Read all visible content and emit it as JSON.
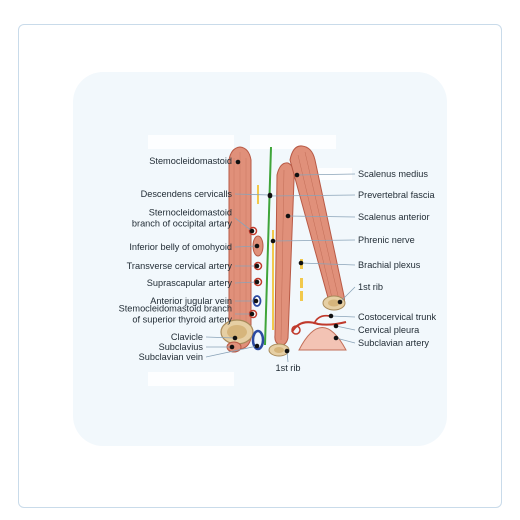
{
  "diagram": {
    "left_labels": [
      {
        "id": "sternocleidomastoid",
        "lines": [
          "Stemocleidomastoid"
        ]
      },
      {
        "id": "descendens-cervicalis",
        "lines": [
          "Descendens cervicalls"
        ]
      },
      {
        "id": "scm-branch-occipital",
        "lines": [
          "Sternocleidomastoid",
          "branch of occipital artary"
        ]
      },
      {
        "id": "inferior-belly-omohyoid",
        "lines": [
          "Inferior belly of omohyoid"
        ]
      },
      {
        "id": "transverse-cervical-artery",
        "lines": [
          "Transverse cervical artery"
        ]
      },
      {
        "id": "suprascapular-artery",
        "lines": [
          "Suprascapular artery"
        ]
      },
      {
        "id": "anterior-jugular-vein",
        "lines": [
          "Anterior jugular vein"
        ]
      },
      {
        "id": "scm-branch-thyroid",
        "lines": [
          "Stemocleidomastoid branch",
          "of superior thyroid artery"
        ]
      },
      {
        "id": "clavicle",
        "lines": [
          "Clavicle"
        ]
      },
      {
        "id": "subclavius",
        "lines": [
          "Subclavius"
        ]
      },
      {
        "id": "subclavian-vein",
        "lines": [
          "Subclavian vein"
        ]
      }
    ],
    "right_labels": [
      {
        "id": "scalenus-medius",
        "lines": [
          "Scalenus medius"
        ]
      },
      {
        "id": "prevertebral-fascia",
        "lines": [
          "Prevertebral fascia"
        ]
      },
      {
        "id": "scalenus-anterior",
        "lines": [
          "Scalenus anterior"
        ]
      },
      {
        "id": "phrenic-nerve",
        "lines": [
          "Phrenic nerve"
        ]
      },
      {
        "id": "brachial-plexus",
        "lines": [
          "Brachial plexus"
        ]
      },
      {
        "id": "first-rib-right",
        "lines": [
          "1st rib"
        ]
      },
      {
        "id": "costocervical-trunk",
        "lines": [
          "Costocervical trunk"
        ]
      },
      {
        "id": "cervical-pleura",
        "lines": [
          "Cervical pleura"
        ]
      },
      {
        "id": "subclavian-artery",
        "lines": [
          "Subclavian artery"
        ]
      }
    ],
    "bottom_labels": [
      {
        "id": "first-rib-bottom",
        "lines": [
          "1st rib"
        ]
      }
    ],
    "colors": {
      "muscle": "#e0907a",
      "muscle_dark": "#b85a46",
      "bone": "#e6cfa4",
      "bone_dark": "#a88a5a",
      "nerve_green": "#3fa53a",
      "nerve_yellow": "#f2c94c",
      "artery": "#c0392b",
      "vein": "#2c4aa0",
      "leader": "#8aa3b8",
      "pleura": "#f3c3b4"
    }
  }
}
